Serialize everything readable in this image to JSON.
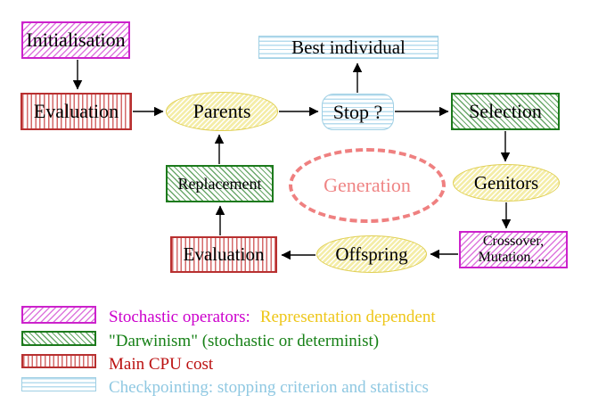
{
  "diagram": {
    "nodes": {
      "initialisation": {
        "label": "Initialisation"
      },
      "best_individual": {
        "label": "Best individual"
      },
      "evaluation_top": {
        "label": "Evaluation"
      },
      "parents": {
        "label": "Parents"
      },
      "stop": {
        "label": "Stop ?"
      },
      "selection": {
        "label": "Selection"
      },
      "replacement": {
        "label": "Replacement"
      },
      "generation": {
        "label": "Generation"
      },
      "genitors": {
        "label": "Genitors"
      },
      "evaluation_bottom": {
        "label": "Evaluation"
      },
      "crossover": {
        "line1": "Crossover,",
        "line2": "Mutation, ..."
      },
      "offspring": {
        "label": "Offspring"
      }
    },
    "edges": [
      {
        "from": "initialisation",
        "to": "evaluation_top"
      },
      {
        "from": "evaluation_top",
        "to": "parents"
      },
      {
        "from": "parents",
        "to": "stop"
      },
      {
        "from": "stop",
        "to": "best_individual"
      },
      {
        "from": "stop",
        "to": "selection"
      },
      {
        "from": "selection",
        "to": "genitors"
      },
      {
        "from": "genitors",
        "to": "crossover"
      },
      {
        "from": "crossover",
        "to": "offspring"
      },
      {
        "from": "offspring",
        "to": "evaluation_bottom"
      },
      {
        "from": "evaluation_bottom",
        "to": "replacement"
      },
      {
        "from": "replacement",
        "to": "parents"
      }
    ],
    "legend": {
      "stochastic": {
        "label": "Stochastic operators:",
        "label2": "Representation dependent"
      },
      "darwinism": {
        "label": "\"Darwinism\" (stochastic or determinist)"
      },
      "cpu": {
        "label": "Main CPU cost"
      },
      "checkpointing": {
        "label": "Checkpointing: stopping criterion and statistics"
      }
    },
    "colors": {
      "magenta_border": "#cc22cc",
      "magenta_text": "#cc00cc",
      "gold_text": "#eec618",
      "green_border": "#1c7a1c",
      "green_text": "#168016",
      "red_border": "#b83030",
      "red_text": "#bb1111",
      "cyan_border": "#9fcfe4",
      "cyan_text": "#8fc8e2",
      "yellow_border": "#e0cf52",
      "salmon": "#ef8080",
      "node_text": "#000000",
      "background": "#ffffff"
    }
  }
}
